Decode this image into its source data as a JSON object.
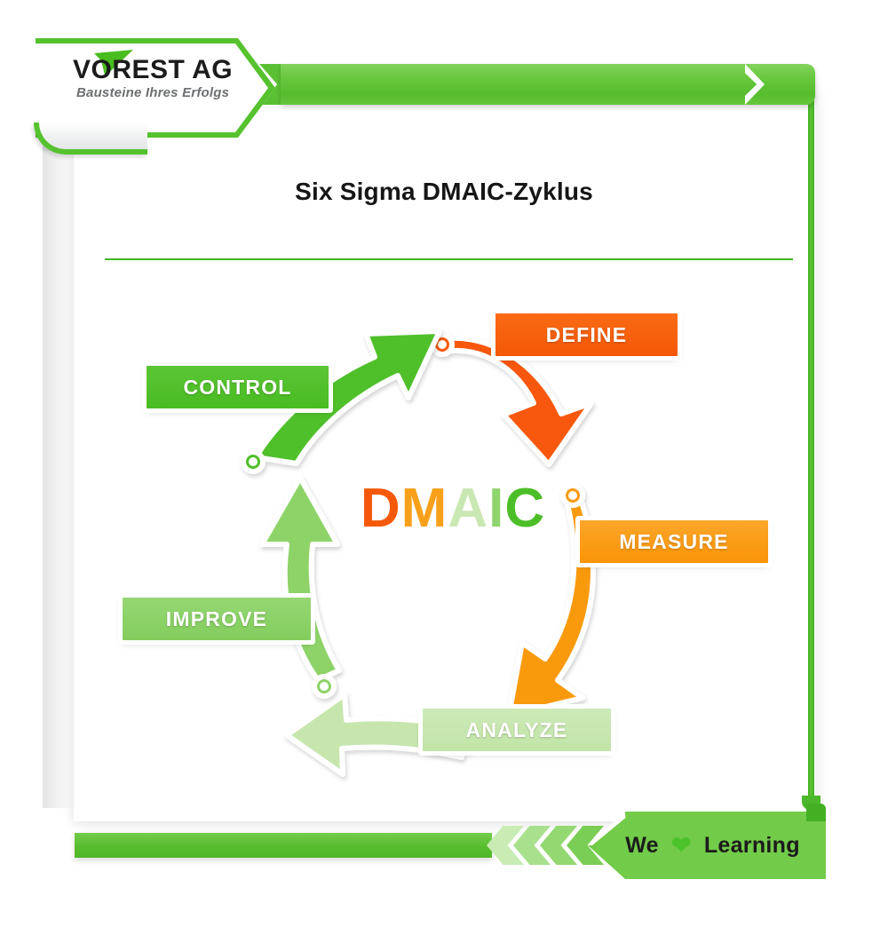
{
  "brand": {
    "logo_name": "VOREST AG",
    "logo_tagline": "Bausteine Ihres Erfolgs",
    "logo_flag_icon": "green-triangle-flag-icon"
  },
  "page": {
    "title": "Six Sigma DMAIC-Zyklus"
  },
  "center": {
    "letters": [
      {
        "char": "D",
        "color": "#F4590A"
      },
      {
        "char": "M",
        "color": "#F9A01B"
      },
      {
        "char": "A",
        "color": "#C9E7B3"
      },
      {
        "char": "I",
        "color": "#8FD46D"
      },
      {
        "char": "C",
        "color": "#4CBE28"
      }
    ],
    "text": "DMAIC"
  },
  "cycle": {
    "phases": [
      {
        "key": "define",
        "label": "DEFINE",
        "color": "#F75907",
        "order": 1
      },
      {
        "key": "measure",
        "label": "MEASURE",
        "color": "#F99A0C",
        "order": 2
      },
      {
        "key": "analyze",
        "label": "ANALYZE",
        "color": "#C6E6AD",
        "order": 3
      },
      {
        "key": "improve",
        "label": "IMPROVE",
        "color": "#88CF63",
        "order": 4
      },
      {
        "key": "control",
        "label": "CONTROL",
        "color": "#4FC02A",
        "order": 5
      }
    ]
  },
  "footer": {
    "we": "We",
    "heart_icon": "heart-icon",
    "learning": "Learning"
  },
  "colors": {
    "brand_green": "#55C22E",
    "dark_green": "#43B024",
    "light_green": "#8ED367",
    "pale_green": "#C6E6AD",
    "orange": "#F99A0C",
    "red_orange": "#F75907",
    "rule": "#3CB821",
    "text_dark": "#161616",
    "text_gray": "#6D6F71"
  }
}
